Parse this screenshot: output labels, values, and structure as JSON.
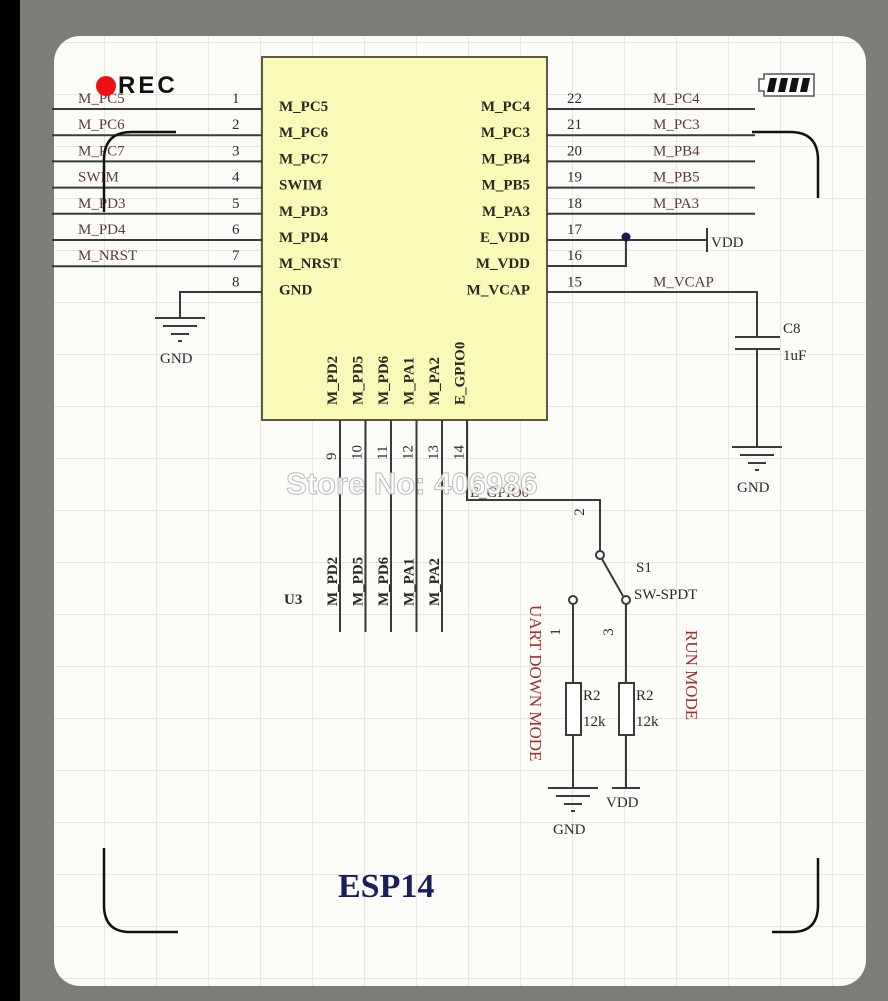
{
  "recording": {
    "label": "REC",
    "indicator_color": "#ee1111"
  },
  "battery": {
    "level_fraction": 1.0,
    "bars": 4
  },
  "watermark": "Store No: 406986",
  "title": "ESP14",
  "component": {
    "designator": "U3",
    "left_pins": [
      {
        "num": "1",
        "name": "M_PC5",
        "net": "M_PC5"
      },
      {
        "num": "2",
        "name": "M_PC6",
        "net": "M_PC6"
      },
      {
        "num": "3",
        "name": "M_PC7",
        "net": "M_PC7"
      },
      {
        "num": "4",
        "name": "SWIM",
        "net": "SWIM"
      },
      {
        "num": "5",
        "name": "M_PD3",
        "net": "M_PD3"
      },
      {
        "num": "6",
        "name": "M_PD4",
        "net": "M_PD4"
      },
      {
        "num": "7",
        "name": "M_NRST",
        "net": "M_NRST"
      },
      {
        "num": "8",
        "name": "GND",
        "net": "GND"
      }
    ],
    "right_pins": [
      {
        "num": "22",
        "name": "M_PC4",
        "net": "M_PC4"
      },
      {
        "num": "21",
        "name": "M_PC3",
        "net": "M_PC3"
      },
      {
        "num": "20",
        "name": "M_PB4",
        "net": "M_PB4"
      },
      {
        "num": "19",
        "name": "M_PB5",
        "net": "M_PB5"
      },
      {
        "num": "18",
        "name": "M_PA3",
        "net": "M_PA3"
      },
      {
        "num": "17",
        "name": "E_VDD",
        "net": "VDD"
      },
      {
        "num": "16",
        "name": "M_VDD",
        "net": ""
      },
      {
        "num": "15",
        "name": "M_VCAP",
        "net": "M_VCAP"
      }
    ],
    "bottom_pins": [
      {
        "num": "9",
        "name": "M_PD2",
        "net": "M_PD2"
      },
      {
        "num": "10",
        "name": "M_PD5",
        "net": "M_PD5"
      },
      {
        "num": "11",
        "name": "M_PD6",
        "net": "M_PD6"
      },
      {
        "num": "12",
        "name": "M_PA1",
        "net": "M_PA1"
      },
      {
        "num": "13",
        "name": "M_PA2",
        "net": "M_PA2"
      },
      {
        "num": "14",
        "name": "E_GPIO0",
        "net": "E_GPIO0"
      }
    ]
  },
  "power": {
    "vdd_label": "VDD",
    "gnd_label": "GND"
  },
  "capacitor": {
    "designator": "C8",
    "value": "1uF"
  },
  "switch": {
    "designator": "S1",
    "type": "SW-SPDT",
    "pins": [
      "1",
      "2",
      "3"
    ]
  },
  "resistors": [
    {
      "designator": "R2",
      "value": "12k"
    },
    {
      "designator": "R2",
      "value": "12k"
    }
  ],
  "modes": {
    "left": "UART DOWN MODE",
    "right": "RUN MODE"
  }
}
